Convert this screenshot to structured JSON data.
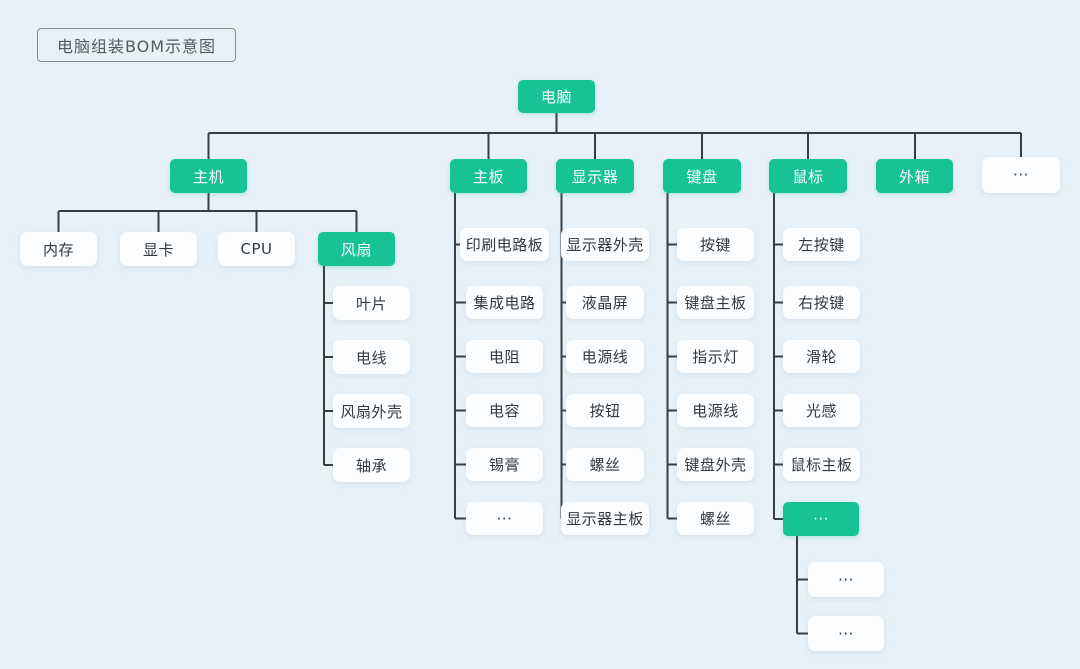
{
  "title": "电脑组装BOM示意图",
  "colors": {
    "background": "#E9F1F8",
    "node_green": "#16C296",
    "node_white": "#FBFDFE",
    "connector_line": "#383D43",
    "node_text_dark": "#333A40",
    "node_text_light": "#FFFFFF",
    "title_text": "#545A62",
    "title_border": "#868C94"
  },
  "tree": {
    "id": "computer",
    "label": "电脑",
    "variant": "green",
    "children": [
      {
        "id": "host",
        "label": "主机",
        "variant": "green",
        "children": [
          {
            "id": "memory",
            "label": "内存",
            "variant": "white"
          },
          {
            "id": "gpu",
            "label": "显卡",
            "variant": "white"
          },
          {
            "id": "cpu",
            "label": "CPU",
            "variant": "white"
          },
          {
            "id": "fan",
            "label": "风扇",
            "variant": "green",
            "children": [
              {
                "id": "fan-blade",
                "label": "叶片",
                "variant": "white"
              },
              {
                "id": "fan-wire",
                "label": "电线",
                "variant": "white"
              },
              {
                "id": "fan-case",
                "label": "风扇外壳",
                "variant": "white"
              },
              {
                "id": "fan-bearing",
                "label": "轴承",
                "variant": "white"
              }
            ]
          }
        ]
      },
      {
        "id": "motherboard",
        "label": "主板",
        "variant": "green",
        "children": [
          {
            "id": "pcb",
            "label": "印刷电路板",
            "variant": "white"
          },
          {
            "id": "ic",
            "label": "集成电路",
            "variant": "white"
          },
          {
            "id": "resistor",
            "label": "电阻",
            "variant": "white"
          },
          {
            "id": "capacitor",
            "label": "电容",
            "variant": "white"
          },
          {
            "id": "solder-paste",
            "label": "锡膏",
            "variant": "white"
          },
          {
            "id": "motherboard-more",
            "label": "···",
            "variant": "white"
          }
        ]
      },
      {
        "id": "monitor",
        "label": "显示器",
        "variant": "green",
        "children": [
          {
            "id": "monitor-case",
            "label": "显示器外壳",
            "variant": "white"
          },
          {
            "id": "lcd-screen",
            "label": "液晶屏",
            "variant": "white"
          },
          {
            "id": "monitor-power-cord",
            "label": "电源线",
            "variant": "white"
          },
          {
            "id": "buttons",
            "label": "按钮",
            "variant": "white"
          },
          {
            "id": "monitor-screws",
            "label": "螺丝",
            "variant": "white"
          },
          {
            "id": "monitor-board",
            "label": "显示器主板",
            "variant": "white"
          }
        ]
      },
      {
        "id": "keyboard",
        "label": "键盘",
        "variant": "green",
        "children": [
          {
            "id": "keys",
            "label": "按键",
            "variant": "white"
          },
          {
            "id": "keyboard-board",
            "label": "键盘主板",
            "variant": "white"
          },
          {
            "id": "indicator-light",
            "label": "指示灯",
            "variant": "white"
          },
          {
            "id": "keyboard-power-cord",
            "label": "电源线",
            "variant": "white"
          },
          {
            "id": "keyboard-case",
            "label": "键盘外壳",
            "variant": "white"
          },
          {
            "id": "keyboard-screws",
            "label": "螺丝",
            "variant": "white"
          }
        ]
      },
      {
        "id": "mouse",
        "label": "鼠标",
        "variant": "green",
        "children": [
          {
            "id": "left-button",
            "label": "左按键",
            "variant": "white"
          },
          {
            "id": "right-button",
            "label": "右按键",
            "variant": "white"
          },
          {
            "id": "scroll-wheel",
            "label": "滑轮",
            "variant": "white"
          },
          {
            "id": "light-sensor",
            "label": "光感",
            "variant": "white"
          },
          {
            "id": "mouse-board",
            "label": "鼠标主板",
            "variant": "white"
          },
          {
            "id": "mouse-more",
            "label": "···",
            "variant": "green",
            "children": [
              {
                "id": "sub-more-1",
                "label": "···",
                "variant": "white"
              },
              {
                "id": "sub-more-2",
                "label": "···",
                "variant": "white"
              }
            ]
          }
        ]
      },
      {
        "id": "outer-box",
        "label": "外箱",
        "variant": "green"
      },
      {
        "id": "level2-more",
        "label": "···",
        "variant": "white"
      }
    ]
  }
}
